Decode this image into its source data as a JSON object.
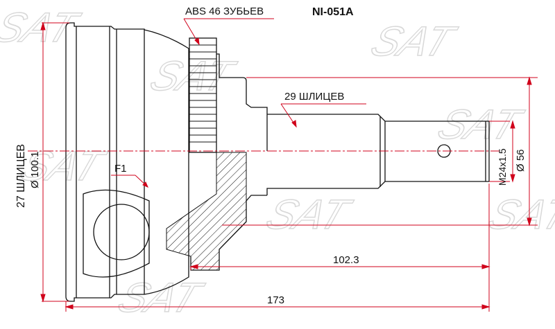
{
  "labels": {
    "abs": "ABS 46 ЗУБЬЕВ",
    "part_number": "NI-051A",
    "outer_splines": "29 ШЛИЦЕВ",
    "inner_splines": "27 ШЛИЦЕВ",
    "housing_diameter": "Ø 100.1",
    "f1": "F1",
    "thread": "M24x1.5",
    "hub_diameter": "Ø 56",
    "shaft_length": "102.3",
    "total_length": "173"
  },
  "colors": {
    "dimension": "#d0021b",
    "outline": "#111111",
    "watermark": "#d8d8d8"
  },
  "watermark": "SAT"
}
